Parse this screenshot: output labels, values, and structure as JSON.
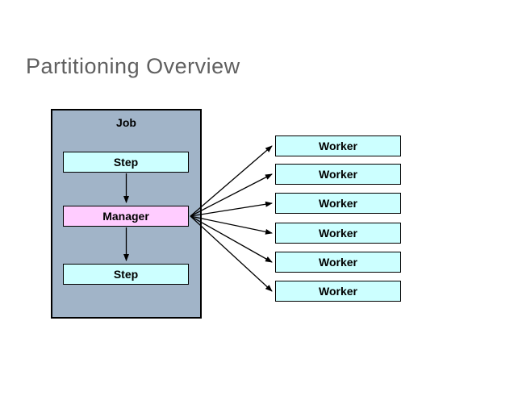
{
  "slide": {
    "title": "Partitioning Overview",
    "title_color": "#606060",
    "background": "#ffffff"
  },
  "diagram": {
    "job": {
      "label": "Job",
      "fill": "#a1b4c8"
    },
    "steps": [
      {
        "label": "Step"
      },
      {
        "label": "Step"
      }
    ],
    "manager": {
      "label": "Manager",
      "fill": "#ffccff"
    },
    "workers": [
      {
        "label": "Worker"
      },
      {
        "label": "Worker"
      },
      {
        "label": "Worker"
      },
      {
        "label": "Worker"
      },
      {
        "label": "Worker"
      },
      {
        "label": "Worker"
      }
    ],
    "colors": {
      "step_worker_fill": "#ccffff",
      "border": "#000000",
      "arrow": "#000000"
    }
  }
}
